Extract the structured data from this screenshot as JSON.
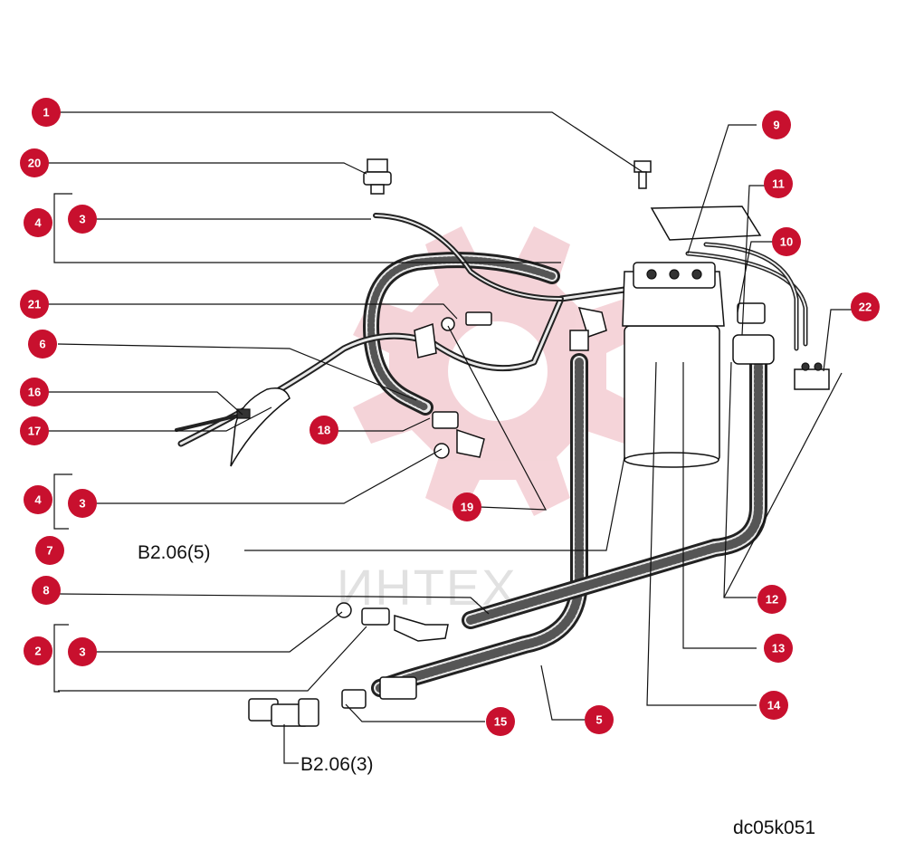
{
  "diagram": {
    "code": "dc05k051",
    "references": {
      "ref_7": "B2.06(5)",
      "ref_bottom": "B2.06(3)"
    },
    "watermark": {
      "text": "ИНТЕХ",
      "color": "#c8102e"
    },
    "callout_color": "#c8102e",
    "callouts": {
      "c1": "1",
      "c20": "20",
      "c4a": "4",
      "c3a": "3",
      "c21": "21",
      "c6": "6",
      "c16": "16",
      "c17": "17",
      "c4b": "4",
      "c3b": "3",
      "c7": "7",
      "c8": "8",
      "c2": "2",
      "c3c": "3",
      "c9": "9",
      "c11": "11",
      "c10": "10",
      "c22": "22",
      "c18": "18",
      "c19": "19",
      "c12": "12",
      "c13": "13",
      "c14": "14",
      "c15": "15",
      "c5": "5"
    }
  }
}
